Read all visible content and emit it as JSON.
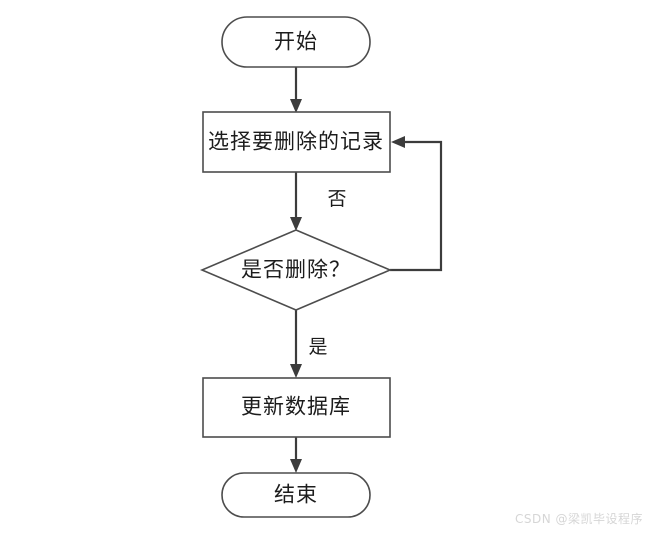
{
  "diagram": {
    "type": "flowchart",
    "orientation": "top-to-bottom",
    "background_color": "#ffffff",
    "stroke_color": "#4d4d4d",
    "connector_color": "#3c3c3c",
    "text_color": "#1c1c1c",
    "nodes": [
      {
        "id": "start",
        "shape": "stadium",
        "label": "开始"
      },
      {
        "id": "select",
        "shape": "rectangle",
        "label": "选择要删除的记录"
      },
      {
        "id": "decision",
        "shape": "diamond",
        "label": "是否删除？"
      },
      {
        "id": "update",
        "shape": "rectangle",
        "label": "更新数据库"
      },
      {
        "id": "end",
        "shape": "stadium",
        "label": "结束"
      }
    ],
    "edges": [
      {
        "from": "start",
        "to": "select",
        "label": ""
      },
      {
        "from": "select",
        "to": "decision",
        "label": ""
      },
      {
        "from": "decision",
        "to": "select",
        "label": "否"
      },
      {
        "from": "decision",
        "to": "update",
        "label": "是"
      },
      {
        "from": "update",
        "to": "end",
        "label": ""
      }
    ]
  },
  "watermark": {
    "text": "CSDN @梁凯毕设程序",
    "color": "#d6d6d6"
  }
}
